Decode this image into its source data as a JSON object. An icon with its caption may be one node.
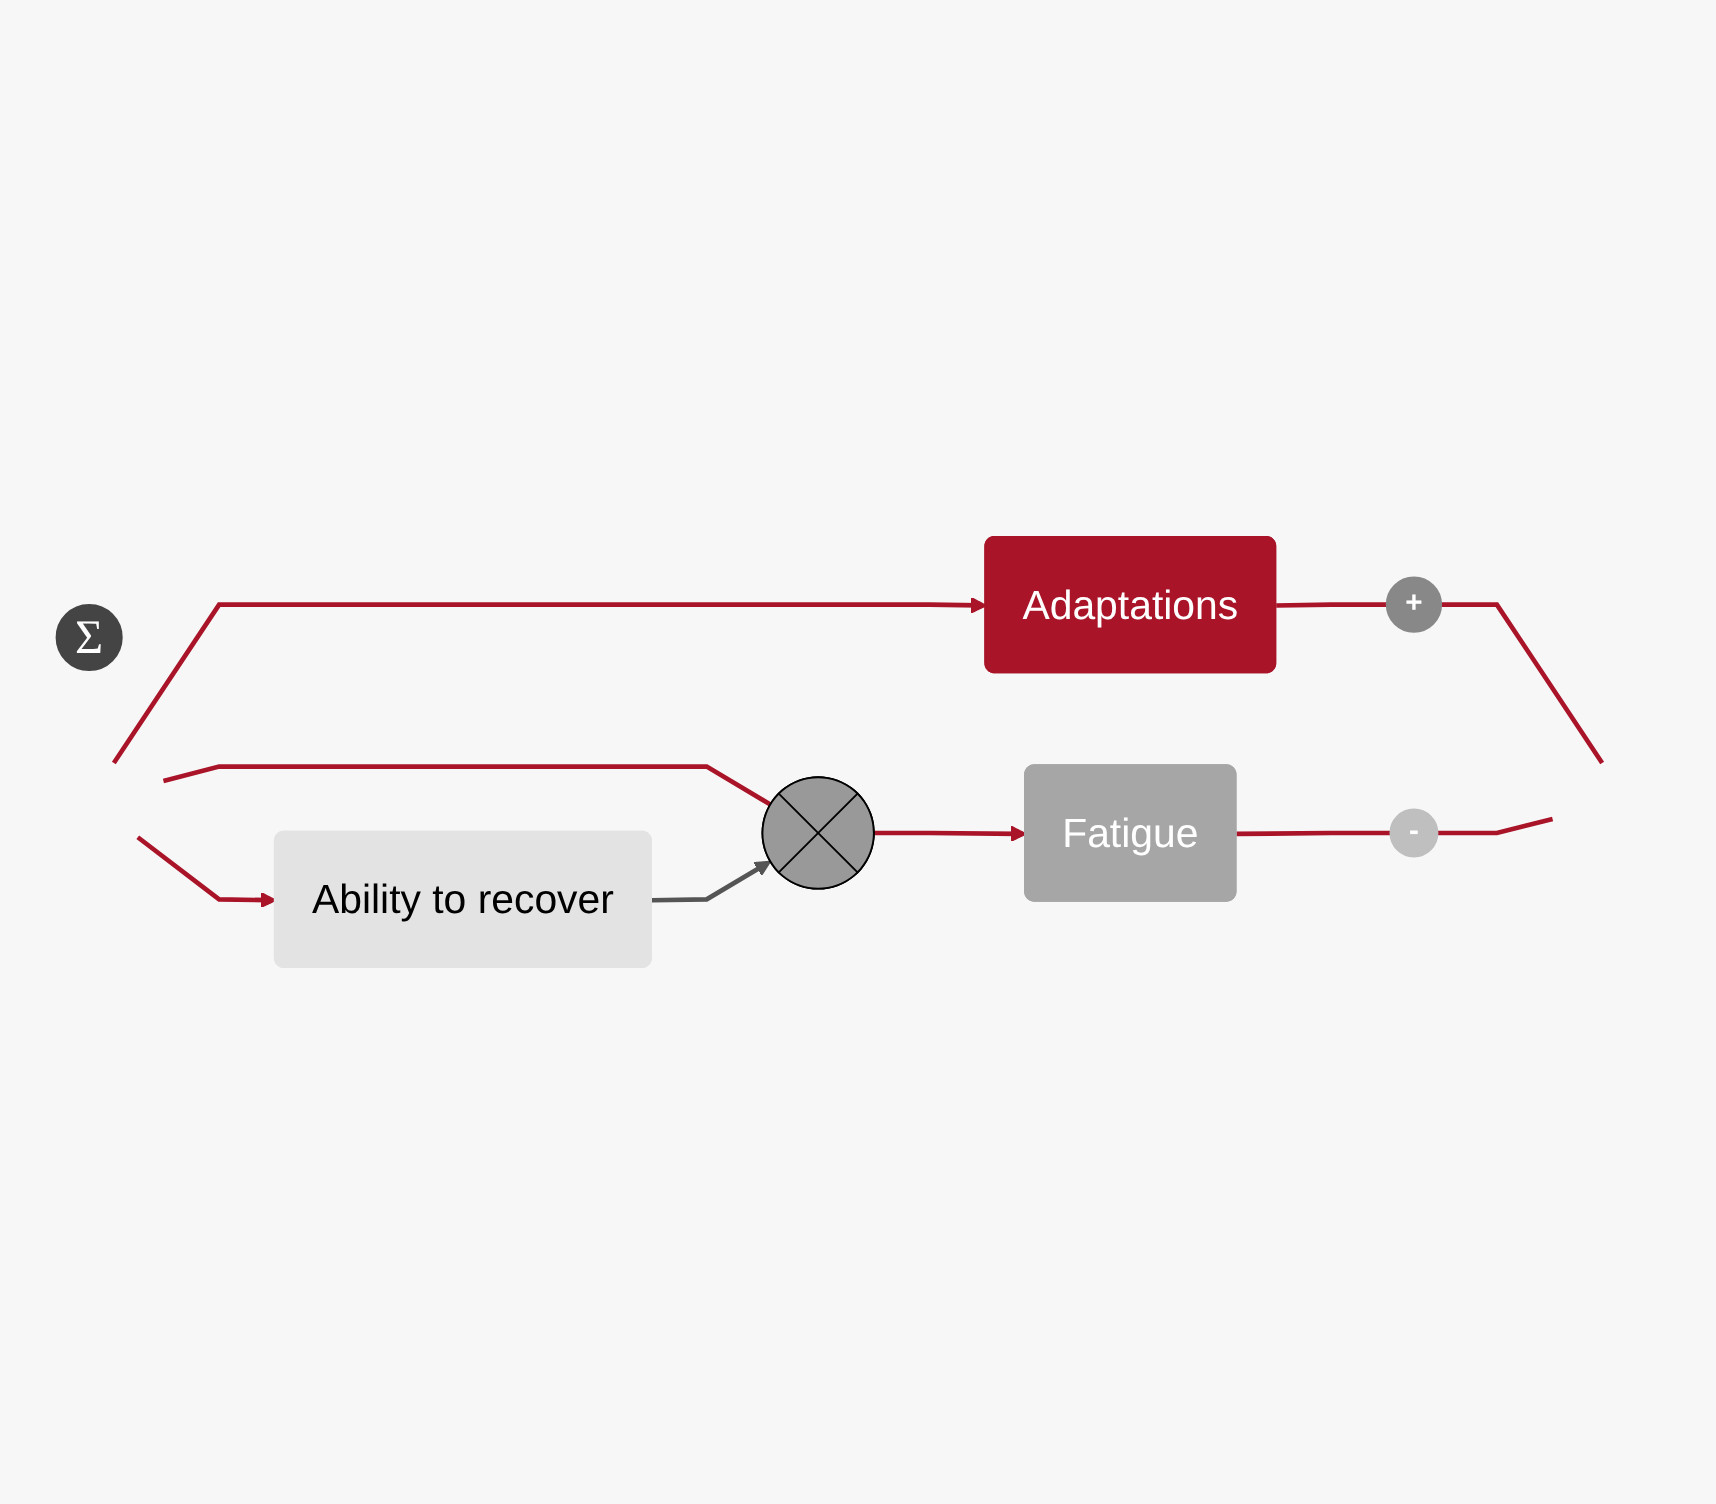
{
  "diagram": {
    "nodes": [
      {
        "text": [
          "Adaptations"
        ]
      },
      {
        "text": [
          "+"
        ]
      },
      {
        "text": [
          "Σ"
        ]
      },
      {
        "text": [],
        "shape": "circle"
      },
      {
        "text": [
          "Fatigue"
        ]
      },
      {
        "text": [
          "-"
        ]
      },
      {
        "text": [
          "Ability to recover"
        ]
      }
    ],
    "edges": [
      {
        "from": null,
        "to": 0,
        "arrow": "to"
      },
      {
        "from": null,
        "to": 3,
        "arrow": "none"
      },
      {
        "from": null,
        "to": 6,
        "arrow": "to"
      },
      {
        "from": 3,
        "to": 4,
        "arrow": "to"
      },
      {
        "from": 6,
        "to": 3,
        "arrow": "to",
        "color": "#555555"
      },
      {
        "from": 0,
        "to": 1,
        "arrow": "none"
      },
      {
        "from": 4,
        "to": 5,
        "arrow": "none"
      },
      {
        "from": 1,
        "to": null,
        "arrow": "none"
      },
      {
        "from": 5,
        "to": null,
        "arrow": "none"
      }
    ]
  }
}
